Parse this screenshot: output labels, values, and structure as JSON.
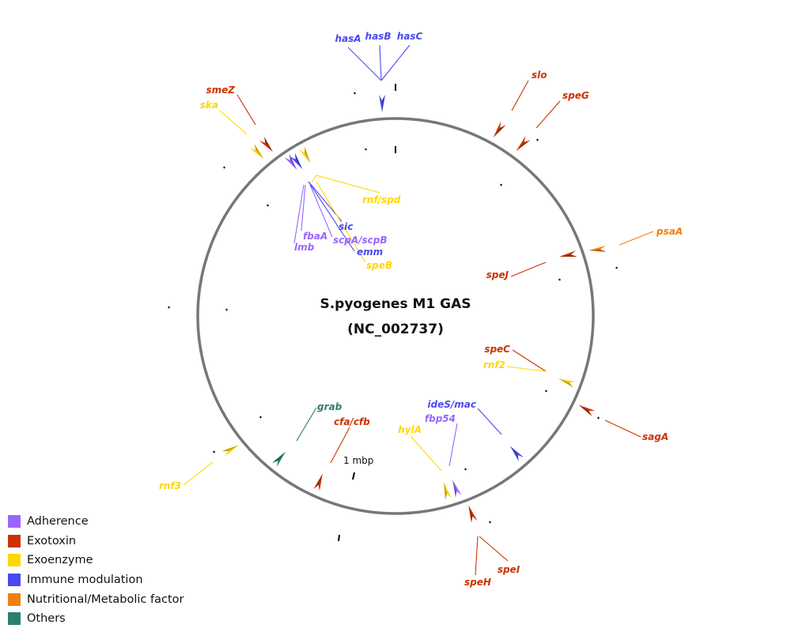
{
  "colors": {
    "adherence": "#9966ff",
    "exotoxin": "#cc3300",
    "exoenzyme": "#ffd700",
    "immune": "#4a4af0",
    "nutritional": "#f08010",
    "others": "#2a7f6f",
    "circle": "#777777"
  },
  "title": {
    "line1": "S.pyogenes M1 GAS",
    "line2": "(NC_002737)"
  },
  "scale": {
    "label": "1 mbp"
  },
  "legend": [
    {
      "label": "Adherence",
      "category": "adherence"
    },
    {
      "label": "Exotoxin",
      "category": "exotoxin"
    },
    {
      "label": "Exoenzyme",
      "category": "exoenzyme"
    },
    {
      "label": "Immune modulation",
      "category": "immune"
    },
    {
      "label": "Nutritional/Metabolic factor",
      "category": "nutritional"
    },
    {
      "label": "Others",
      "category": "others"
    }
  ],
  "genes": [
    {
      "name": "hasA",
      "category": "immune"
    },
    {
      "name": "hasB",
      "category": "immune"
    },
    {
      "name": "hasC",
      "category": "immune"
    },
    {
      "name": "slo",
      "category": "exotoxin"
    },
    {
      "name": "speG",
      "category": "exotoxin"
    },
    {
      "name": "smeZ",
      "category": "exotoxin"
    },
    {
      "name": "ska",
      "category": "exoenzyme"
    },
    {
      "name": "rnf/spd",
      "category": "exoenzyme"
    },
    {
      "name": "sic",
      "category": "immune"
    },
    {
      "name": "fbaA",
      "category": "adherence"
    },
    {
      "name": "scpA/scpB",
      "category": "adherence"
    },
    {
      "name": "lmb",
      "category": "adherence"
    },
    {
      "name": "emm",
      "category": "immune"
    },
    {
      "name": "speB",
      "category": "exoenzyme"
    },
    {
      "name": "psaA",
      "category": "nutritional"
    },
    {
      "name": "speJ",
      "category": "exotoxin"
    },
    {
      "name": "speC",
      "category": "exotoxin"
    },
    {
      "name": "rnf2",
      "category": "exoenzyme"
    },
    {
      "name": "sagA",
      "category": "exotoxin"
    },
    {
      "name": "ideS/mac",
      "category": "immune"
    },
    {
      "name": "fbp54",
      "category": "adherence"
    },
    {
      "name": "hylA",
      "category": "exoenzyme"
    },
    {
      "name": "speH",
      "category": "exotoxin"
    },
    {
      "name": "speI",
      "category": "exotoxin"
    },
    {
      "name": "grab",
      "category": "others"
    },
    {
      "name": "cfa/cfb",
      "category": "exotoxin"
    },
    {
      "name": "rnf3",
      "category": "exoenzyme"
    }
  ]
}
